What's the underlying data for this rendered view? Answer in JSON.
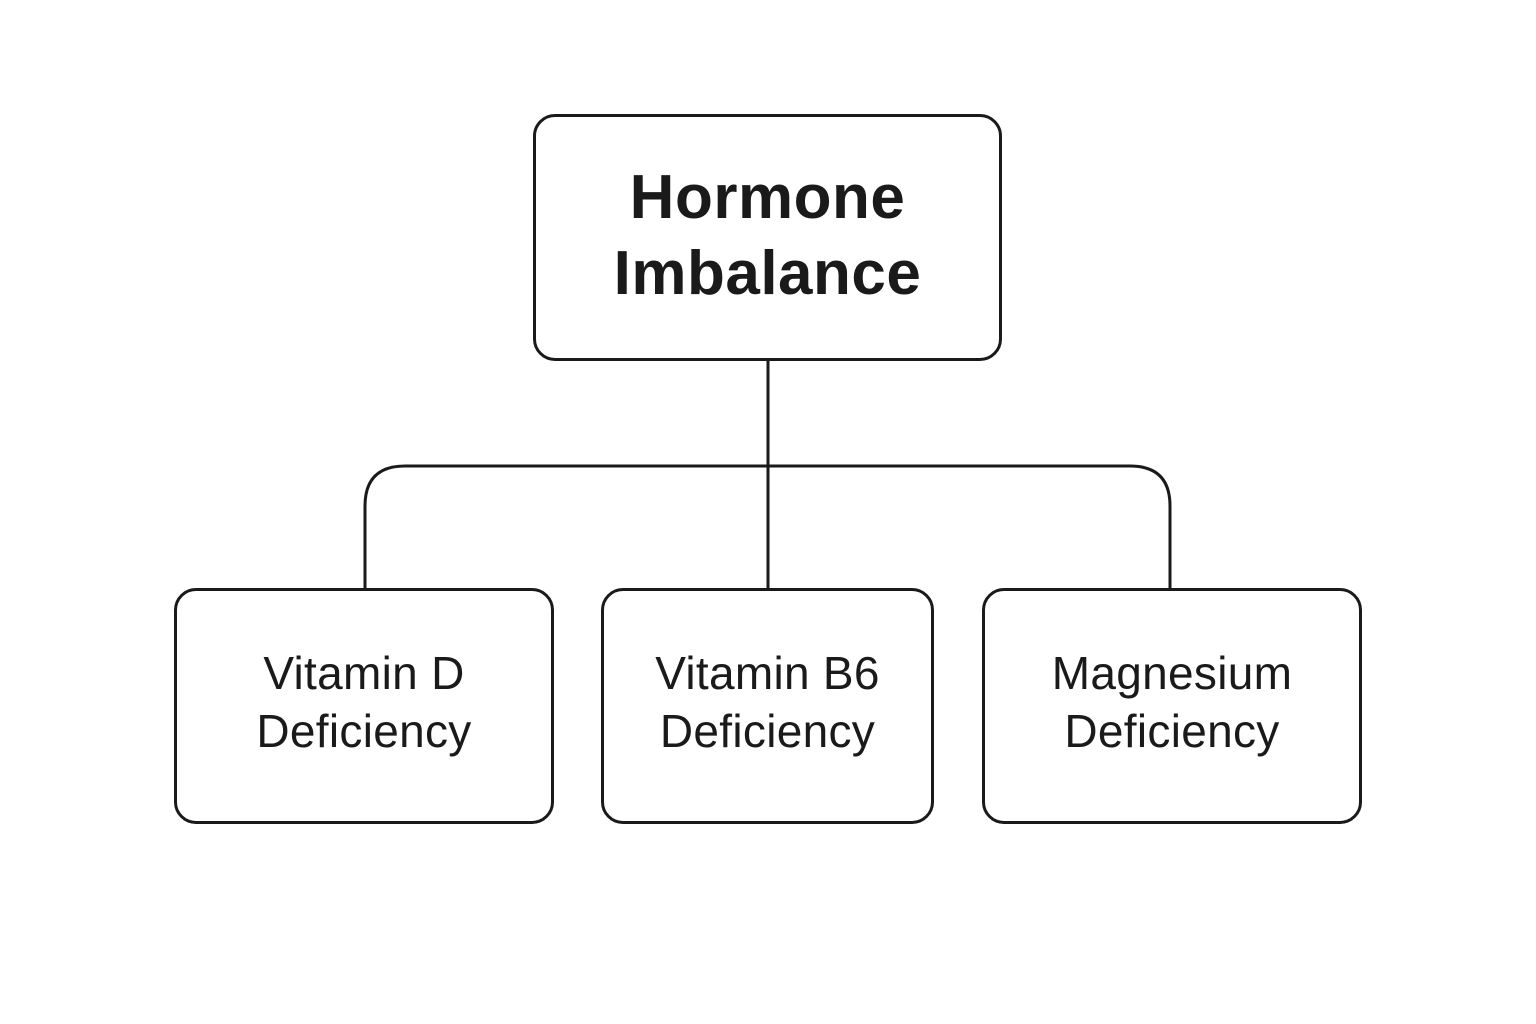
{
  "root": {
    "line1": "Hormone",
    "line2": "Imbalance"
  },
  "children": [
    {
      "line1": "Vitamin D",
      "line2": "Deficiency"
    },
    {
      "line1": "Vitamin B6",
      "line2": "Deficiency"
    },
    {
      "line1": "Magnesium",
      "line2": "Deficiency"
    }
  ],
  "colors": {
    "stroke": "#1a1a1a",
    "background": "#ffffff",
    "text": "#1a1a1a"
  }
}
